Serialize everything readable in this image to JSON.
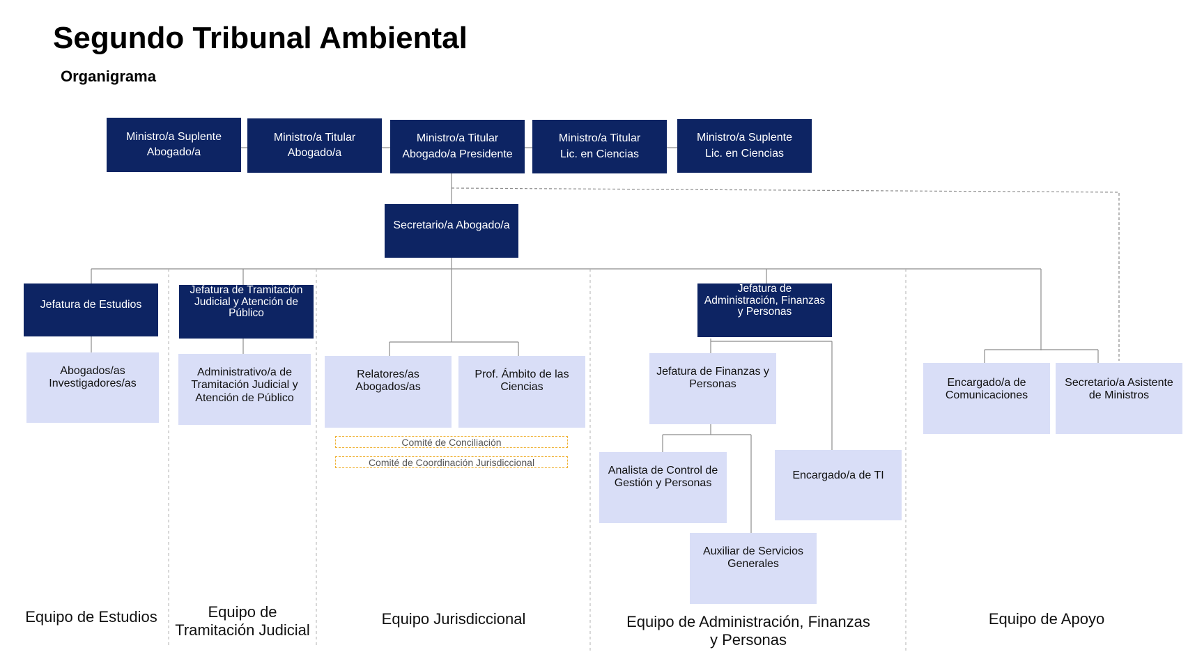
{
  "title": "Segundo Tribunal Ambiental",
  "subtitle": "Organigrama",
  "ministers": [
    {
      "line1": "Ministro/a Suplente",
      "line2": "Abogado/a"
    },
    {
      "line1": "Ministro/a Titular",
      "line2": "Abogado/a"
    },
    {
      "line1": "Ministro/a Titular",
      "line2": "Abogado/a Presidente"
    },
    {
      "line1": "Ministro/a Titular",
      "line2": "Lic. en Ciencias"
    },
    {
      "line1": "Ministro/a Suplente",
      "line2": "Lic. en Ciencias"
    }
  ],
  "secretary": "Secretario/a Abogado/a",
  "heads": {
    "estudios": "Jefatura de Estudios",
    "tramitacion": "Jefatura de Tramitación Judicial y Atención de Público",
    "administracion": "Jefatura de Administración, Finanzas y Personas"
  },
  "staff": {
    "abogados_investigadores": "Abogados/as Investigadores/as",
    "administrativo": "Administrativo/a de Tramitación Judicial y Atención de Público",
    "relatores": "Relatores/as Abogados/as",
    "prof_ciencias": "Prof. Ámbito de las Ciencias",
    "jefatura_finanzas": "Jefatura de Finanzas y Personas",
    "analista": "Analista de Control de Gestión y Personas",
    "encargado_ti": "Encargado/a de TI",
    "auxiliar": "Auxiliar de Servicios Generales",
    "encargado_comunicaciones": "Encargado/a de Comunicaciones",
    "secretario_asistente": "Secretario/a Asistente de Ministros"
  },
  "committees": [
    "Comité de Conciliación",
    "Comité de Coordinación Jurisdiccional"
  ],
  "teams": {
    "estudios": "Equipo de  Estudios",
    "tramitacion": "Equipo de Tramitación Judicial",
    "jurisdiccional": "Equipo Jurisdiccional",
    "administracion": "Equipo de Administración, Finanzas y Personas",
    "apoyo": "Equipo de Apoyo"
  },
  "colors": {
    "dark_box": "#0d2463",
    "light_box": "#d9def7",
    "connector": "#8c8c8c",
    "committee_border": "#f0b43a"
  }
}
